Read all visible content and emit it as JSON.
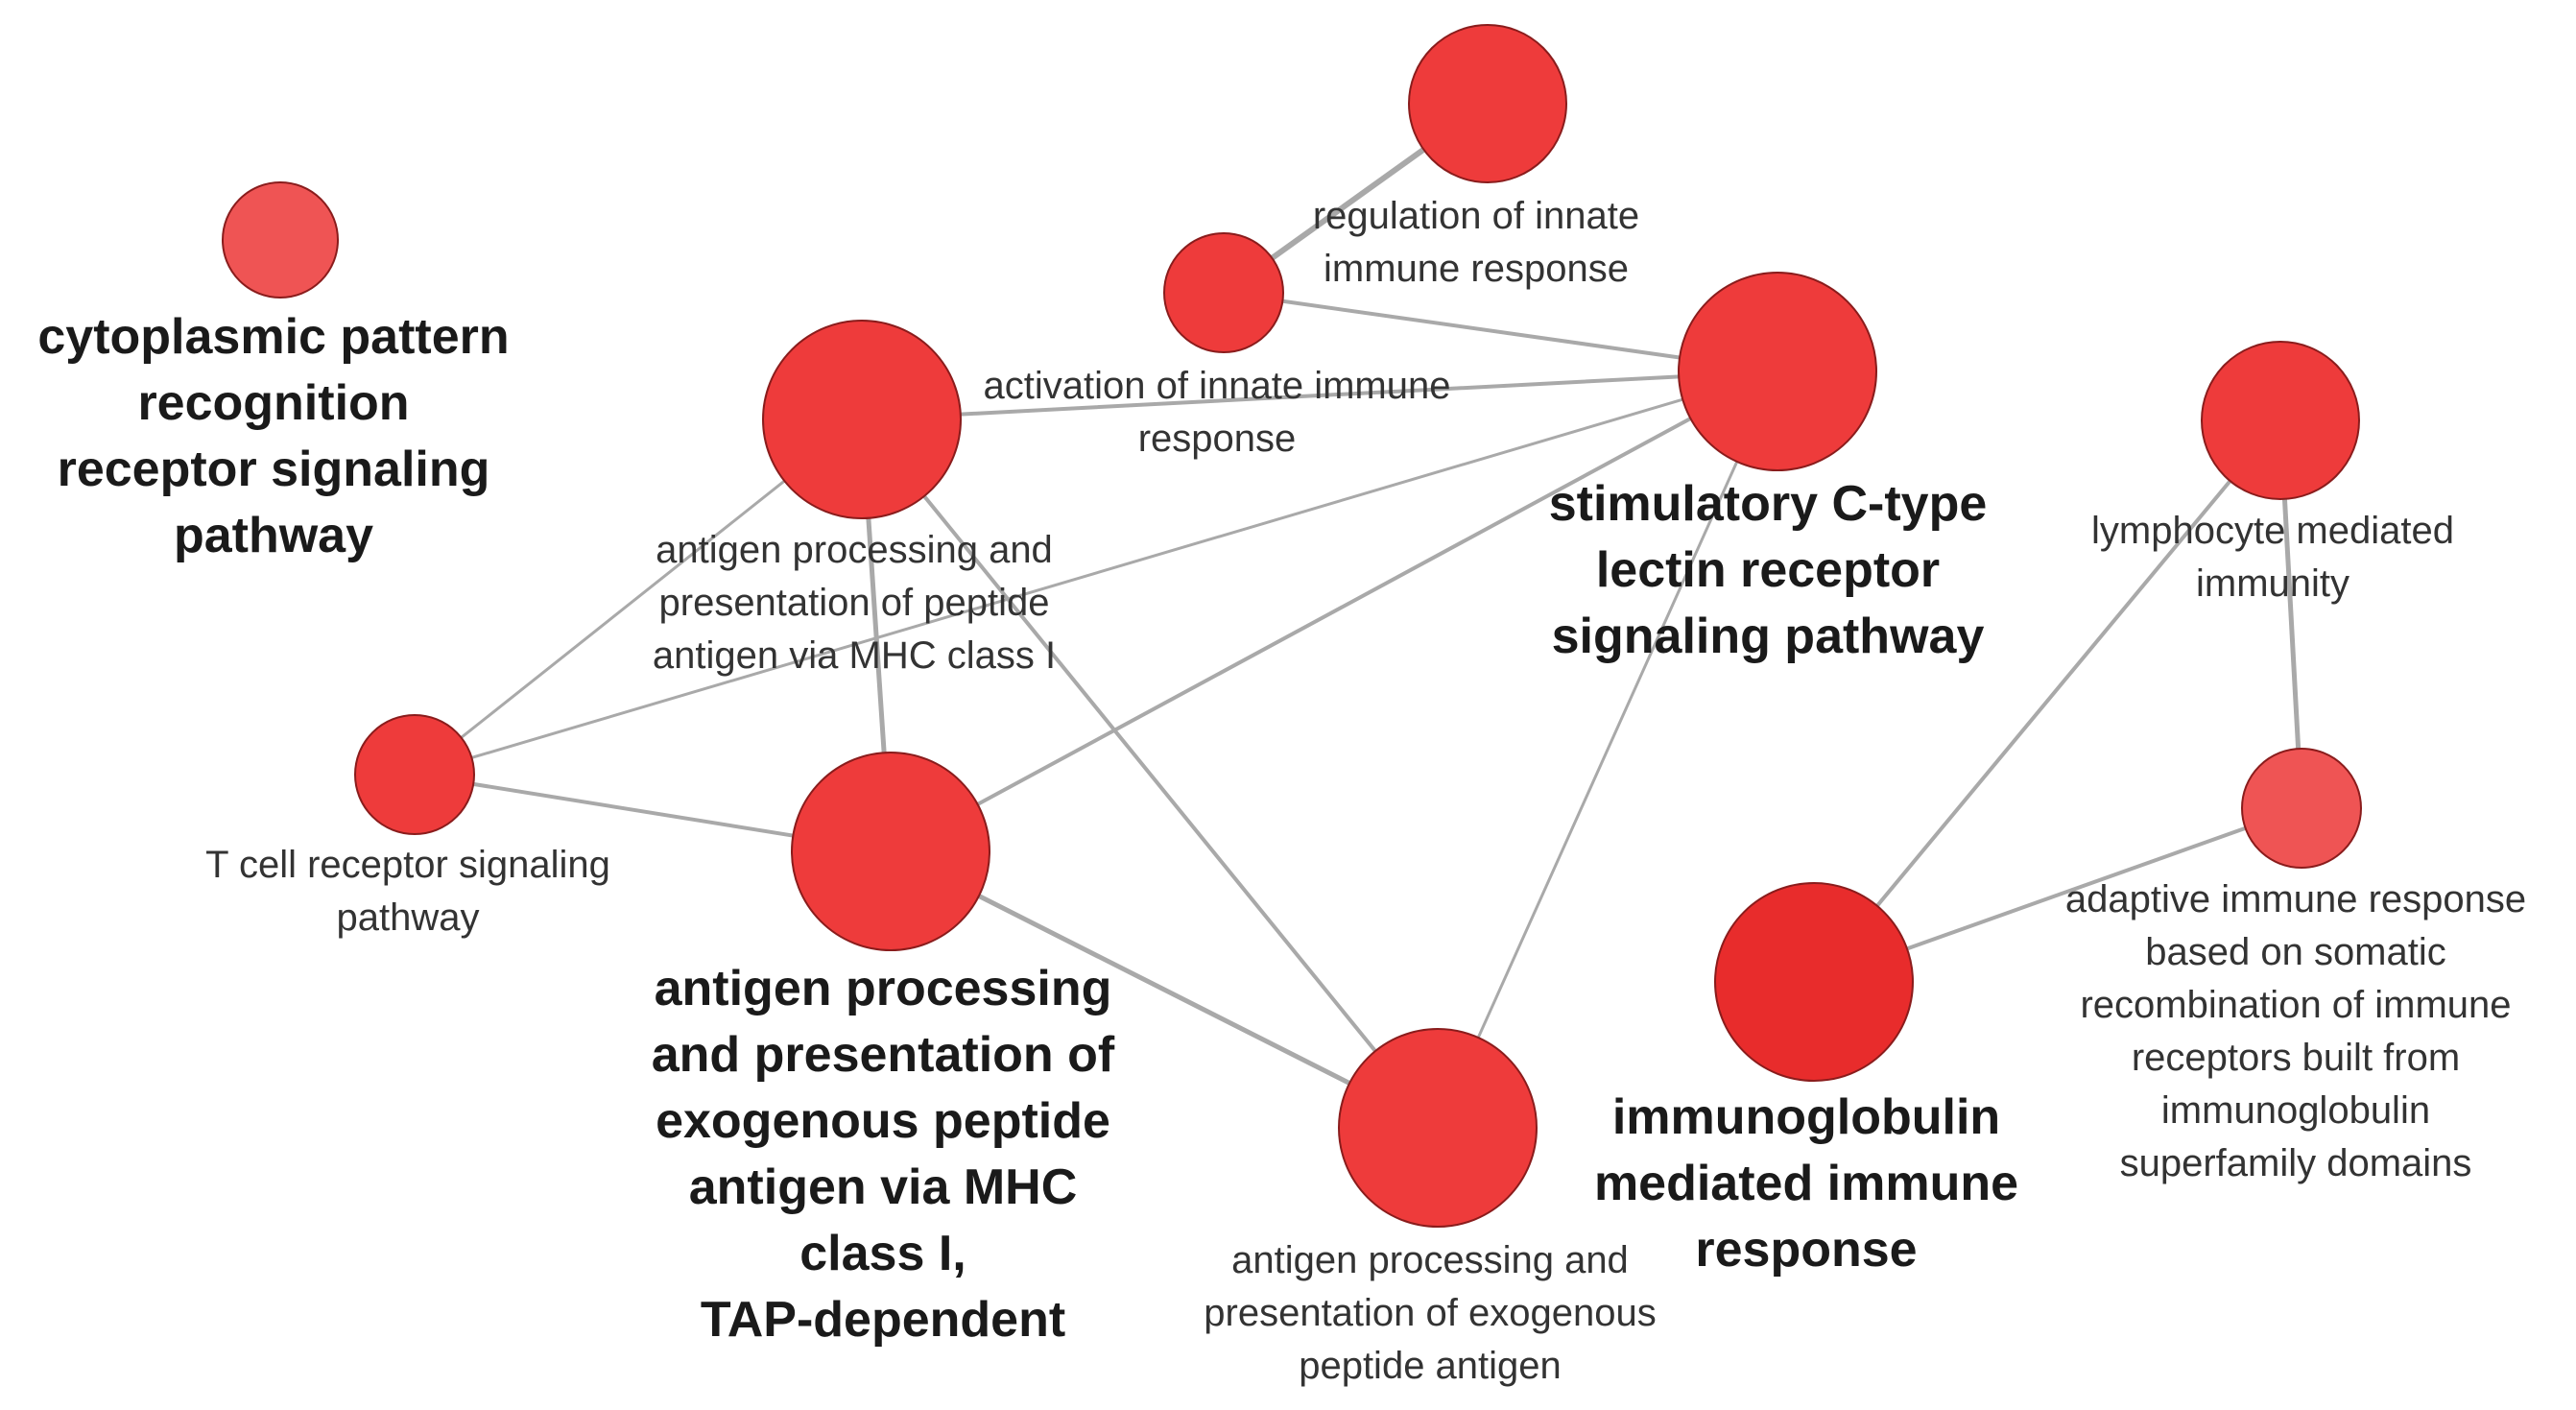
{
  "diagram": {
    "nodes": [
      {
        "id": "cytoplasmic",
        "label": [
          "cytoplasmic pattern",
          "recognition",
          "receptor signaling",
          "pathway"
        ],
        "color": "#ef5454"
      },
      {
        "id": "reg_innate",
        "label": [
          "regulation of innate",
          "immune response"
        ],
        "color": "#ee3b3b"
      },
      {
        "id": "act_innate",
        "label": [
          "activation of innate immune",
          "response"
        ],
        "color": "#ee3b3b"
      },
      {
        "id": "stim_ctype",
        "label": [
          "stimulatory C-type",
          "lectin receptor",
          "signaling pathway"
        ],
        "color": "#ee3b3b"
      },
      {
        "id": "ag_mhc1",
        "label": [
          "antigen processing and",
          "presentation of peptide",
          "antigen via MHC class I"
        ],
        "color": "#ee3b3b"
      },
      {
        "id": "tcell",
        "label": [
          "T cell receptor signaling",
          "pathway"
        ],
        "color": "#ee3b3b"
      },
      {
        "id": "ag_exo_tap",
        "label": [
          "antigen processing",
          "and presentation of",
          "exogenous peptide",
          "antigen via MHC",
          "class I,",
          "TAP-dependent"
        ],
        "color": "#ee3b3b"
      },
      {
        "id": "ag_exo",
        "label": [
          "antigen processing and",
          "presentation of exogenous",
          "peptide antigen"
        ],
        "color": "#ee3b3b"
      },
      {
        "id": "lymph",
        "label": [
          "lymphocyte mediated",
          "immunity"
        ],
        "color": "#ee3b3b"
      },
      {
        "id": "adaptive",
        "label": [
          "adaptive immune response",
          "based on somatic",
          "recombination of immune",
          "receptors built from",
          "immunoglobulin",
          "superfamily domains"
        ],
        "color": "#ef5454"
      },
      {
        "id": "ig_mediated",
        "label": [
          "immunoglobulin",
          "mediated immune",
          "response"
        ],
        "color": "#e82c2c"
      }
    ],
    "edges": [
      [
        "reg_innate",
        "act_innate"
      ],
      [
        "act_innate",
        "stim_ctype"
      ],
      [
        "ag_mhc1",
        "stim_ctype"
      ],
      [
        "tcell",
        "stim_ctype"
      ],
      [
        "ag_exo_tap",
        "stim_ctype"
      ],
      [
        "ag_exo",
        "stim_ctype"
      ],
      [
        "ag_mhc1",
        "tcell"
      ],
      [
        "ag_mhc1",
        "ag_exo_tap"
      ],
      [
        "ag_mhc1",
        "ag_exo"
      ],
      [
        "tcell",
        "ag_exo_tap"
      ],
      [
        "ag_exo_tap",
        "ag_exo"
      ],
      [
        "lymph",
        "adaptive"
      ],
      [
        "lymph",
        "ig_mediated"
      ],
      [
        "adaptive",
        "ig_mediated"
      ]
    ]
  }
}
